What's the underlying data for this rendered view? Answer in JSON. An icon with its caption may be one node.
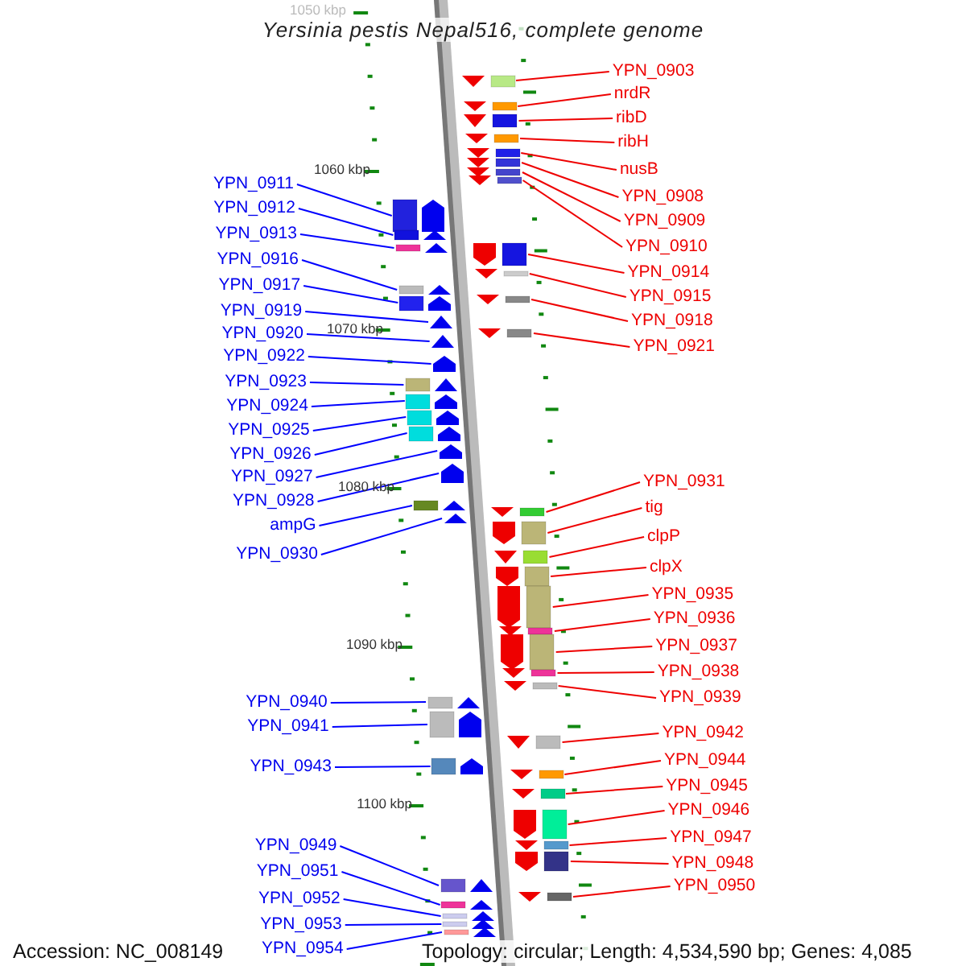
{
  "diagram": {
    "title": "Yersinia pestis Nepal516, complete genome",
    "nodes": [
      {
        "text": [
          "YPN_0903"
        ]
      },
      {
        "text": [],
        "shape": "box"
      },
      {
        "text": [
          "nrdR"
        ]
      },
      {
        "text": [],
        "shape": "box"
      },
      {
        "text": [
          "ribD"
        ]
      },
      {
        "text": [],
        "shape": "box"
      },
      {
        "text": [
          "ribH"
        ]
      },
      {
        "text": [],
        "shape": "box"
      },
      {
        "text": [
          "nusB"
        ]
      },
      {
        "text": [],
        "shape": "box"
      },
      {
        "text": [
          "YPN_0911"
        ]
      },
      {
        "text": [],
        "shape": "box"
      },
      {
        "text": [
          "YPN_0908"
        ]
      },
      {
        "text": [],
        "shape": "box"
      },
      {
        "text": [
          "YPN_0912"
        ]
      },
      {
        "text": [],
        "shape": "box"
      },
      {
        "text": [
          "YPN_0909"
        ]
      },
      {
        "text": [],
        "shape": "box"
      },
      {
        "text": [
          "YPN_0913"
        ]
      },
      {
        "text": [],
        "shape": "box"
      },
      {
        "text": [
          "YPN_0910"
        ]
      },
      {
        "text": [],
        "shape": "box"
      },
      {
        "text": [
          "YPN_0916"
        ]
      },
      {
        "text": [],
        "shape": "box"
      },
      {
        "text": [
          "YPN_0914"
        ]
      },
      {
        "text": [],
        "shape": "box"
      },
      {
        "text": [
          "YPN_0917"
        ]
      },
      {
        "text": [],
        "shape": "box"
      },
      {
        "text": [
          "YPN_0915"
        ]
      },
      {
        "text": [],
        "shape": "box"
      },
      {
        "text": [
          "YPN_0919"
        ]
      },
      {
        "text": [],
        "shape": "box"
      },
      {
        "text": [
          "YPN_0918"
        ]
      },
      {
        "text": [],
        "shape": "box"
      },
      {
        "text": [
          "YPN_0920"
        ]
      },
      {
        "text": [],
        "shape": "box"
      },
      {
        "text": [
          "YPN_0921"
        ]
      },
      {
        "text": [],
        "shape": "box"
      },
      {
        "text": [
          "YPN_0922"
        ]
      },
      {
        "text": [],
        "shape": "box"
      },
      {
        "text": [
          "YPN_0923"
        ]
      },
      {
        "text": [],
        "shape": "box"
      },
      {
        "text": [
          "YPN_0924"
        ]
      },
      {
        "text": [],
        "shape": "box"
      },
      {
        "text": [
          "YPN_0925"
        ]
      },
      {
        "text": [],
        "shape": "box"
      },
      {
        "text": [
          "YPN_0926"
        ]
      },
      {
        "text": [],
        "shape": "box"
      },
      {
        "text": [
          "YPN_0927"
        ]
      },
      {
        "text": [],
        "shape": "box"
      },
      {
        "text": [
          "YPN_0931"
        ]
      },
      {
        "text": [],
        "shape": "box"
      },
      {
        "text": [
          "YPN_0928"
        ]
      },
      {
        "text": [],
        "shape": "box"
      },
      {
        "text": [
          "tig"
        ]
      },
      {
        "text": [],
        "shape": "box"
      },
      {
        "text": [
          "ampG"
        ]
      },
      {
        "text": [],
        "shape": "box"
      },
      {
        "text": [
          "clpP"
        ]
      },
      {
        "text": [],
        "shape": "box"
      },
      {
        "text": [
          "YPN_0930"
        ]
      },
      {
        "text": [],
        "shape": "box"
      },
      {
        "text": [
          "clpX"
        ]
      },
      {
        "text": [],
        "shape": "box"
      },
      {
        "text": [
          "YPN_0935"
        ]
      },
      {
        "text": [],
        "shape": "box"
      },
      {
        "text": [
          "YPN_0936"
        ]
      },
      {
        "text": [],
        "shape": "box"
      },
      {
        "text": [
          "YPN_0937"
        ]
      },
      {
        "text": [],
        "shape": "box"
      },
      {
        "text": [
          "YPN_0938"
        ]
      },
      {
        "text": [],
        "shape": "box"
      },
      {
        "text": [
          "YPN_0939"
        ]
      },
      {
        "text": [],
        "shape": "box"
      },
      {
        "text": [
          "YPN_0940"
        ]
      },
      {
        "text": [],
        "shape": "box"
      },
      {
        "text": [
          "YPN_0941"
        ]
      },
      {
        "text": [],
        "shape": "box"
      },
      {
        "text": [
          "YPN_0942"
        ]
      },
      {
        "text": [],
        "shape": "box"
      },
      {
        "text": [
          "YPN_0944"
        ]
      },
      {
        "text": [],
        "shape": "box"
      },
      {
        "text": [
          "YPN_0943"
        ]
      },
      {
        "text": [],
        "shape": "box"
      },
      {
        "text": [
          "YPN_0945"
        ]
      },
      {
        "text": [],
        "shape": "box"
      },
      {
        "text": [
          "YPN_0946"
        ]
      },
      {
        "text": [],
        "shape": "box"
      },
      {
        "text": [
          "YPN_0947"
        ]
      },
      {
        "text": [],
        "shape": "box"
      },
      {
        "text": [
          "YPN_0949"
        ]
      },
      {
        "text": [],
        "shape": "box"
      },
      {
        "text": [
          "YPN_0948"
        ]
      },
      {
        "text": [],
        "shape": "box"
      },
      {
        "text": [
          "YPN_0951"
        ]
      },
      {
        "text": [],
        "shape": "box"
      },
      {
        "text": [
          "YPN_0950"
        ]
      },
      {
        "text": [],
        "shape": "box"
      },
      {
        "text": [
          "YPN_0952"
        ]
      },
      {
        "text": [],
        "shape": "box"
      },
      {
        "text": [
          "YPN_0953"
        ]
      },
      {
        "text": [],
        "shape": "box"
      },
      {
        "text": [
          "YPN_0954"
        ]
      },
      {
        "text": [],
        "shape": "box"
      }
    ],
    "edges": [
      {
        "from": 0,
        "to": 1,
        "arrow": "none"
      },
      {
        "from": 2,
        "to": 3,
        "arrow": "none"
      },
      {
        "from": 4,
        "to": 5,
        "arrow": "none"
      },
      {
        "from": 6,
        "to": 7,
        "arrow": "none"
      },
      {
        "from": 8,
        "to": 9,
        "arrow": "none"
      },
      {
        "from": 10,
        "to": 11,
        "arrow": "none",
        "color": "#0000ff"
      },
      {
        "from": 12,
        "to": 13,
        "arrow": "none"
      },
      {
        "from": 14,
        "to": 15,
        "arrow": "none",
        "color": "#0000ff"
      },
      {
        "from": 16,
        "to": 17,
        "arrow": "none"
      },
      {
        "from": 18,
        "to": 19,
        "arrow": "none",
        "color": "#0000ff"
      },
      {
        "from": 20,
        "to": 21,
        "arrow": "none"
      },
      {
        "from": 22,
        "to": 23,
        "arrow": "none",
        "color": "#0000ff"
      },
      {
        "from": 24,
        "to": 25,
        "arrow": "none"
      },
      {
        "from": 26,
        "to": 27,
        "arrow": "none",
        "color": "#0000ff"
      },
      {
        "from": 28,
        "to": 29,
        "arrow": "none"
      },
      {
        "from": 30,
        "to": 31,
        "arrow": "none",
        "color": "#0000ff"
      },
      {
        "from": 32,
        "to": 33,
        "arrow": "none"
      },
      {
        "from": 34,
        "to": 35,
        "arrow": "none",
        "color": "#0000ff"
      },
      {
        "from": 36,
        "to": 37,
        "arrow": "none"
      },
      {
        "from": 38,
        "to": 39,
        "arrow": "none",
        "color": "#0000ff"
      },
      {
        "from": 40,
        "to": 41,
        "arrow": "none",
        "color": "#0000ff"
      },
      {
        "from": 42,
        "to": 43,
        "arrow": "none",
        "color": "#0000ff"
      },
      {
        "from": 44,
        "to": 45,
        "arrow": "none",
        "color": "#0000ff"
      },
      {
        "from": 46,
        "to": 47,
        "arrow": "none",
        "color": "#0000ff"
      },
      {
        "from": 48,
        "to": 49,
        "arrow": "none",
        "color": "#0000ff"
      },
      {
        "from": 50,
        "to": 51,
        "arrow": "none"
      },
      {
        "from": 52,
        "to": 53,
        "arrow": "none",
        "color": "#0000ff"
      },
      {
        "from": 54,
        "to": 55,
        "arrow": "none"
      },
      {
        "from": 56,
        "to": 57,
        "arrow": "none",
        "color": "#0000ff"
      },
      {
        "from": 58,
        "to": 59,
        "arrow": "none"
      },
      {
        "from": 60,
        "to": 61,
        "arrow": "none",
        "color": "#0000ff"
      },
      {
        "from": 62,
        "to": 63,
        "arrow": "none"
      },
      {
        "from": 64,
        "to": 65,
        "arrow": "none"
      },
      {
        "from": 66,
        "to": 67,
        "arrow": "none"
      },
      {
        "from": 68,
        "to": 69,
        "arrow": "none"
      },
      {
        "from": 70,
        "to": 71,
        "arrow": "none"
      },
      {
        "from": 72,
        "to": 73,
        "arrow": "none"
      },
      {
        "from": 74,
        "to": 75,
        "arrow": "none",
        "color": "#0000ff"
      },
      {
        "from": 76,
        "to": 77,
        "arrow": "none",
        "color": "#0000ff"
      },
      {
        "from": 78,
        "to": 79,
        "arrow": "none"
      },
      {
        "from": 80,
        "to": 81,
        "arrow": "none"
      },
      {
        "from": 82,
        "to": 83,
        "arrow": "none",
        "color": "#0000ff"
      },
      {
        "from": 84,
        "to": 85,
        "arrow": "none"
      },
      {
        "from": 86,
        "to": 87,
        "arrow": "none"
      },
      {
        "from": 88,
        "to": 89,
        "arrow": "none"
      },
      {
        "from": 90,
        "to": 91,
        "arrow": "none",
        "color": "#0000ff"
      },
      {
        "from": 92,
        "to": 93,
        "arrow": "none"
      },
      {
        "from": 94,
        "to": 95,
        "arrow": "none",
        "color": "#0000ff"
      },
      {
        "from": 96,
        "to": 97,
        "arrow": "none"
      },
      {
        "from": 98,
        "to": 99,
        "arrow": "none",
        "color": "#0000ff"
      },
      {
        "from": 100,
        "to": 101,
        "arrow": "none",
        "color": "#0000ff"
      },
      {
        "from": 102,
        "to": 103,
        "arrow": "none",
        "color": "#0000ff"
      }
    ],
    "labels": [
      "1050 kbp",
      "1060 kbp",
      "1070 kbp",
      "1080 kbp",
      "1090 kbp",
      "1100 kbp",
      "Accession: NC_008149",
      "Topology: circular; Length: 4,534,590 bp; Genes: 4,085"
    ]
  }
}
